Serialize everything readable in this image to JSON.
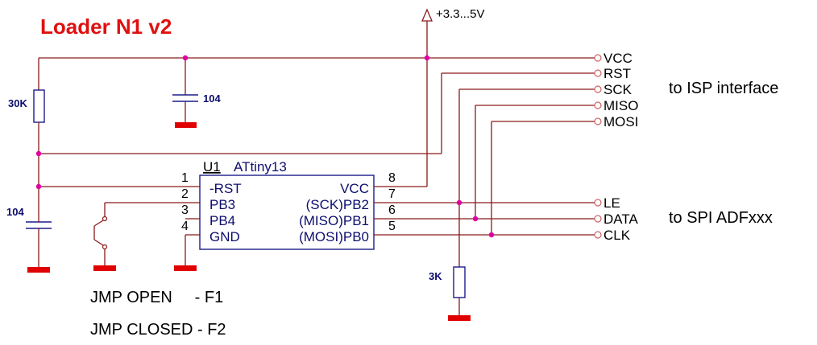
{
  "title": "Loader N1 v2",
  "power": {
    "label": "+3.3...5V"
  },
  "components": {
    "r1": "30K",
    "c1": "104",
    "c2": "104",
    "r2": "3K",
    "chip_ref": "U1",
    "chip_name": "ATtiny13"
  },
  "chip_pins": {
    "left": [
      {
        "num": "1",
        "name": "-RST"
      },
      {
        "num": "2",
        "name": "PB3"
      },
      {
        "num": "3",
        "name": "PB4"
      },
      {
        "num": "4",
        "name": "GND"
      }
    ],
    "right": [
      {
        "num": "8",
        "name": "VCC"
      },
      {
        "num": "7",
        "name": "(SCK)PB2"
      },
      {
        "num": "6",
        "name": "(MISO)PB1"
      },
      {
        "num": "5",
        "name": "(MOSI)PB0"
      }
    ]
  },
  "isp_connector": {
    "pins": [
      "VCC",
      "RST",
      "SCK",
      "MISO",
      "MOSI"
    ],
    "label": "to ISP interface"
  },
  "spi_connector": {
    "pins": [
      "LE",
      "DATA",
      "CLK"
    ],
    "label": "to SPI ADFxxx"
  },
  "notes": {
    "jmp_open": "JMP OPEN     - F1",
    "jmp_closed": "JMP CLOSED - F2"
  },
  "colors": {
    "wire": "#8b1a1a",
    "component": "#1c1c8c",
    "ground": "#e10000",
    "junction": "#e0009e",
    "title": "#e01010"
  }
}
